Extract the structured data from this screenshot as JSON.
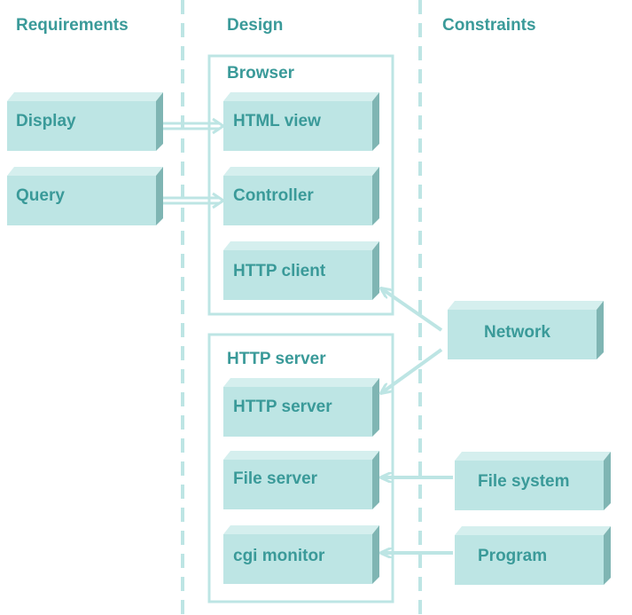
{
  "colors": {
    "text": "#3a9a99",
    "box_front": "#bde5e4",
    "box_top": "#d5efee",
    "box_side": "#7fb5b3",
    "frame": "#bde5e4",
    "separator": "#bde5e4",
    "arrow": "#bde5e4"
  },
  "columns": {
    "requirements": "Requirements",
    "design": "Design",
    "constraints": "Constraints"
  },
  "containers": {
    "browser": "Browser",
    "http_server": "HTTP server"
  },
  "requirements": {
    "display": "Display",
    "query": "Query"
  },
  "design": {
    "html_view": "HTML view",
    "controller": "Controller",
    "http_client": "HTTP client",
    "http_server": "HTTP server",
    "file_server": "File server",
    "cgi_monitor": "cgi monitor"
  },
  "constraints": {
    "network": "Network",
    "file_system": "File system",
    "program": "Program"
  }
}
